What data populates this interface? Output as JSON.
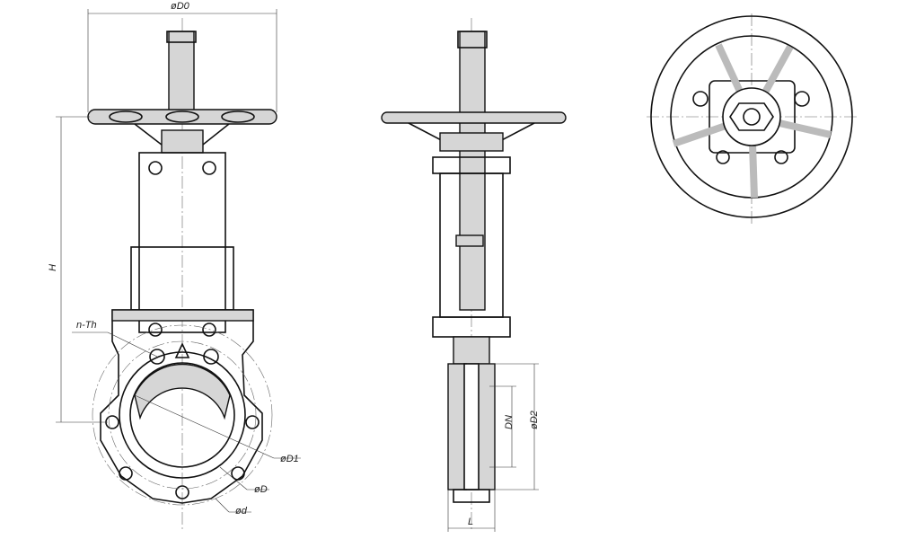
{
  "drawing": {
    "title": "Knife gate valve with handwheel - assembly drawing",
    "labels": {
      "D0": "øD0",
      "H": "H",
      "nTh": "n-Th",
      "D1": "øD1",
      "D": "øD",
      "d": "ød",
      "DN": "DN",
      "D2": "øD2",
      "L": "L"
    }
  }
}
